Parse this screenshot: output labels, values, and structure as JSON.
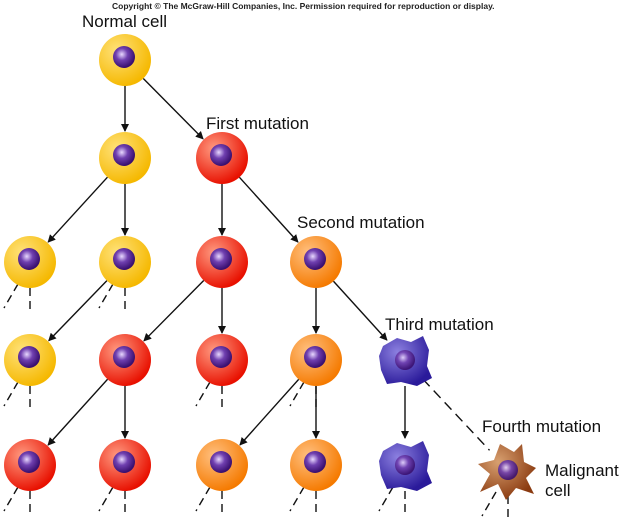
{
  "copyright": "Copyright © The McGraw-Hill Companies, Inc. Permission required for reproduction or display.",
  "labels": {
    "normal_cell": "Normal cell",
    "first_mutation": "First mutation",
    "second_mutation": "Second mutation",
    "third_mutation": "Third mutation",
    "fourth_mutation": "Fourth mutation",
    "malignant_line1": "Malignant",
    "malignant_line2": "cell"
  },
  "cell_types": {
    "normal": {
      "color": "#f5b800",
      "highlight": "#ffe27a"
    },
    "first": {
      "color": "#e81000",
      "highlight": "#ff9a80"
    },
    "second": {
      "color": "#f57a00",
      "highlight": "#ffc080"
    },
    "third": {
      "color": "#2a1a9a",
      "highlight": "#8c80e0"
    },
    "malignant": {
      "color": "#8a3a10",
      "highlight": "#d8a070"
    },
    "nucleus": "#50208a"
  },
  "cells": [
    {
      "id": "c0",
      "type": "normal",
      "row": 0
    },
    {
      "id": "c1",
      "type": "normal",
      "row": 1
    },
    {
      "id": "c2",
      "type": "first",
      "row": 1
    },
    {
      "id": "c3",
      "type": "normal",
      "row": 2
    },
    {
      "id": "c4",
      "type": "normal",
      "row": 2
    },
    {
      "id": "c5",
      "type": "first",
      "row": 2
    },
    {
      "id": "c6",
      "type": "second",
      "row": 2
    },
    {
      "id": "c7",
      "type": "normal",
      "row": 3
    },
    {
      "id": "c8",
      "type": "first",
      "row": 3
    },
    {
      "id": "c9",
      "type": "first",
      "row": 3
    },
    {
      "id": "c10",
      "type": "second",
      "row": 3
    },
    {
      "id": "c11",
      "type": "third",
      "row": 3
    },
    {
      "id": "c12",
      "type": "first",
      "row": 4
    },
    {
      "id": "c13",
      "type": "first",
      "row": 4
    },
    {
      "id": "c14",
      "type": "second",
      "row": 4
    },
    {
      "id": "c15",
      "type": "second",
      "row": 4
    },
    {
      "id": "c16",
      "type": "third",
      "row": 4
    },
    {
      "id": "c17",
      "type": "malignant",
      "row": 4
    }
  ],
  "edges": [
    [
      "c0",
      "c1"
    ],
    [
      "c0",
      "c2"
    ],
    [
      "c1",
      "c3"
    ],
    [
      "c1",
      "c4"
    ],
    [
      "c2",
      "c5"
    ],
    [
      "c2",
      "c6"
    ],
    [
      "c4",
      "c7"
    ],
    [
      "c5",
      "c8"
    ],
    [
      "c5",
      "c9"
    ],
    [
      "c6",
      "c10"
    ],
    [
      "c6",
      "c11"
    ],
    [
      "c8",
      "c12"
    ],
    [
      "c8",
      "c13"
    ],
    [
      "c10",
      "c14"
    ],
    [
      "c10",
      "c15"
    ],
    [
      "c11",
      "c16"
    ]
  ],
  "dashed_edges": [
    [
      "c11",
      "c17"
    ]
  ]
}
